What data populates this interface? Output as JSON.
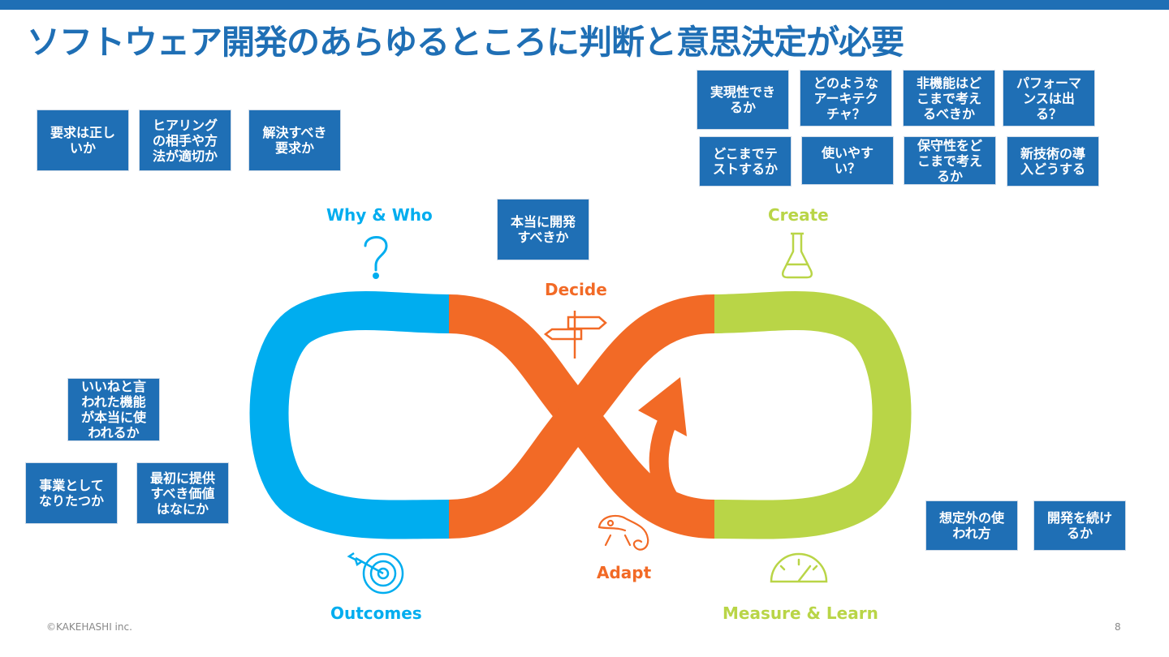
{
  "slide": {
    "title": "ソフトウェア開発のあらゆるところに判断と意思決定が必要",
    "footer": "©KAKEHASHI inc.",
    "page_number": "8"
  },
  "stages": {
    "why_who": "Why & Who",
    "decide": "Decide",
    "create": "Create",
    "measure_learn": "Measure & Learn",
    "adapt": "Adapt",
    "outcomes": "Outcomes"
  },
  "colors": {
    "blue": "#00adef",
    "orange": "#f26a26",
    "green": "#b9d547",
    "box": "#1f6fb5"
  },
  "icons": [
    "question-icon",
    "signpost-icon",
    "flask-icon",
    "gauge-icon",
    "chameleon-icon",
    "target-icon"
  ],
  "boxes": {
    "b01": "要求は正し\nいか",
    "b02": "ヒアリング\nの相手や方\n法が適切か",
    "b03": "解決すべき\n要求か",
    "b04": "本当に開発\nすべきか",
    "b05": "実現性でき\nるか",
    "b06": "どのような\nアーキテク\nチャ？",
    "b07": "非機能はど\nこまで考え\nるべきか",
    "b08": "パフォーマ\nンスは出\nる？",
    "b09": "どこまでテ\nストするか",
    "b10": "使いやす\nい？",
    "b11": "保守性をど\nこまで考え\nるか",
    "b12": "新技術の導\n入どうする",
    "b13": "いいねと言\nわれた機能\nが本当に使\nわれるか",
    "b14": "事業として\nなりたつか",
    "b15": "最初に提供\nすべき価値\nはなにか",
    "b16": "想定外の使\nわれ方",
    "b17": "開発を続け\nるか"
  }
}
